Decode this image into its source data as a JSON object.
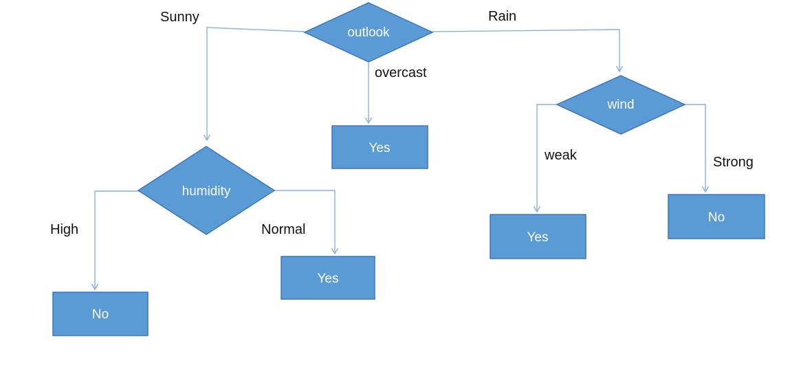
{
  "colors": {
    "background": "#ffffff",
    "node_fill": "#5b9bd5",
    "node_border": "#3d74bc",
    "node_text": "#ffffff",
    "connector": "#86b1e0",
    "edge_label_text": "#111111"
  },
  "diagram": {
    "type": "decision-tree",
    "root": "outlook"
  },
  "nodes": {
    "outlook": {
      "label": "outlook",
      "type": "decision"
    },
    "humidity": {
      "label": "humidity",
      "type": "decision"
    },
    "wind": {
      "label": "wind",
      "type": "decision"
    },
    "leaf_overcast": {
      "label": "Yes",
      "type": "leaf"
    },
    "leaf_high": {
      "label": "No",
      "type": "leaf"
    },
    "leaf_normal": {
      "label": "Yes",
      "type": "leaf"
    },
    "leaf_weak": {
      "label": "Yes",
      "type": "leaf"
    },
    "leaf_strong": {
      "label": "No",
      "type": "leaf"
    }
  },
  "edge_labels": {
    "sunny": "Sunny",
    "rain": "Rain",
    "overcast": "overcast",
    "high": "High",
    "normal": "Normal",
    "weak": "weak",
    "strong": "Strong"
  }
}
